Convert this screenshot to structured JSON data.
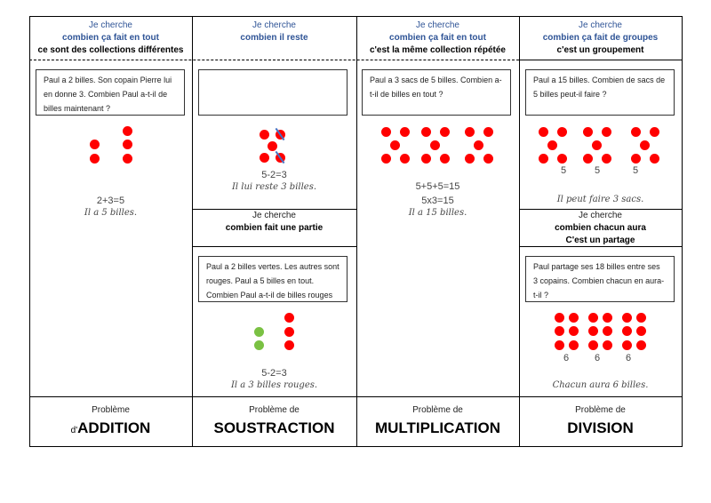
{
  "columns": [
    {
      "line1": "Je cherche",
      "line2": "combien ça fait en tout",
      "line3": "ce sont des collections différentes",
      "problem": "Paul a 2 billes. Son copain Pierre lui en donne 3. Combien Paul a-t-il de billes maintenant ?",
      "equation": "2+3=5",
      "answer": "Il a 5 billes.",
      "footer_top": "Problème",
      "footer_prefix": "d'",
      "footer_main": "ADDITION"
    },
    {
      "line1": "Je cherche",
      "line2": "combien il reste",
      "problem": "",
      "equation": "5-2=3",
      "answer": "Il lui reste 3 billes.",
      "sub": {
        "line1": "Je cherche",
        "line2": "combien fait une partie",
        "problem": "Paul a 2 billes vertes. Les autres sont rouges. Paul a 5 billes en tout. Combien Paul a-t-il de billes rouges",
        "equation": "5-2=3",
        "answer": "Il a 3 billes rouges."
      },
      "footer_top": "Problème de",
      "footer_main": "SOUSTRACTION"
    },
    {
      "line1": "Je cherche",
      "line2": "combien ça fait en tout",
      "line3": "c'est la même collection répétée",
      "problem": "Paul a 3 sacs de 5 billes. Combien a-t-il de billes en tout ?",
      "equation": "5+5+5=15",
      "equation2": "5x3=15",
      "answer": "Il a 15 billes.",
      "footer_top": "Problème de",
      "footer_main": "MULTIPLICATION"
    },
    {
      "line1": "Je cherche",
      "line2": "combien ça fait de groupes",
      "line3": "c'est un groupement",
      "problem": "Paul a 15 billes. Combien de sacs de 5 billes peut-il faire ?",
      "group_labels": [
        "5",
        "5",
        "5"
      ],
      "answer": "Il peut faire 3 sacs.",
      "sub": {
        "line1": "Je cherche",
        "line2": "combien chacun aura",
        "line3": "C'est un partage",
        "problem": "Paul partage ses 18 billes entre ses 3 copains. Combien chacun en aura-t-il ?",
        "group_labels": [
          "6",
          "6",
          "6"
        ],
        "answer": "Chacun aura 6 billes."
      },
      "footer_top": "Problème de",
      "footer_main": "DIVISION"
    }
  ],
  "colors": {
    "marble_red": "#ff0000",
    "marble_green": "#7ac143",
    "header_blue": "#2f5496",
    "cross_blue": "#4472c4"
  }
}
